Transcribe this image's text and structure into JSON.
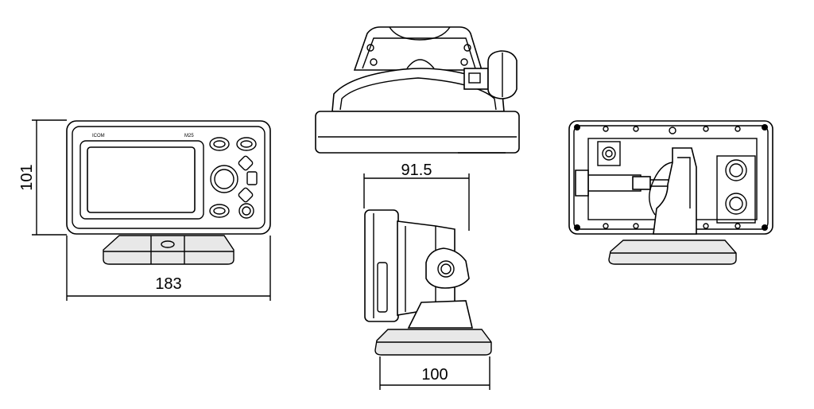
{
  "drawing": {
    "front_view": {
      "height_dim": "101",
      "width_dim": "183",
      "brand_text": "ICOM",
      "model_text": "M25"
    },
    "side_view": {
      "depth_dim": "91.5",
      "base_dim": "100"
    }
  },
  "colors": {
    "line": "#000000",
    "background": "#ffffff",
    "fill": "#e8e8e8"
  }
}
